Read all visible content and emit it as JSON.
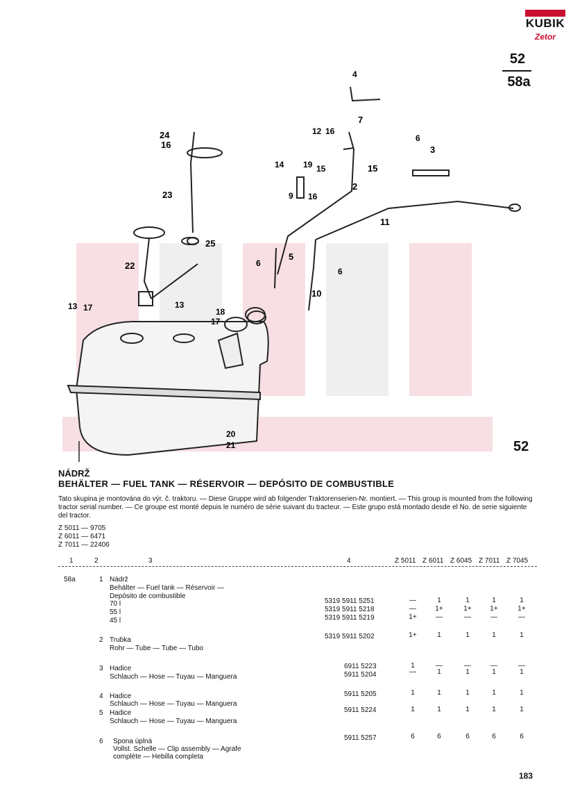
{
  "logo": {
    "word": "KUBIK",
    "sub": "Zetor"
  },
  "page_ref": {
    "top": "52",
    "bottom": "58a"
  },
  "figure_number": "52",
  "callouts": [
    "4",
    "7",
    "12",
    "16",
    "6",
    "3",
    "24",
    "16",
    "14",
    "19",
    "15",
    "15",
    "2",
    "9",
    "16",
    "23",
    "11",
    "5",
    "25",
    "6",
    "6",
    "22",
    "10",
    "13",
    "17",
    "13",
    "18",
    "17",
    "20",
    "21"
  ],
  "title": "NÁDRŽ",
  "subtitle": "BEHÄLTER — FUEL TANK — RÉSERVOIR — DEPÓSITO DE COMBUSTIBLE",
  "intro": "Tato skupina je montována do výr. č. traktoru. — Diese Gruppe wird ab folgender Traktorenserien-Nr. montiert. — This group is mounted from the following tractor serial number. — Ce groupe est monté depuis le numéro de série suivant du tracteur. — Este grupo está montado desde el No. de serie siguiente del tractor.",
  "serials": [
    "Z 5011 — 9705",
    "Z 6011 — 6471",
    "Z 7011 — 22406"
  ],
  "columns": [
    "1",
    "2",
    "3",
    "4",
    "Z 5011",
    "Z 6011",
    "Z 6045",
    "Z 7011",
    "Z 7045"
  ],
  "group": "58a",
  "rows": [
    {
      "pos": "1",
      "lines": [
        "Nádrž",
        "Behälter — Fuel tank — Réservoir —",
        "Depósito de combustible"
      ]
    },
    {
      "desc": "70 l",
      "part": "5319 5911 5251",
      "q": [
        "—",
        "1",
        "1",
        "1",
        "1"
      ]
    },
    {
      "desc": "55 l",
      "part": "5319 5911 5218",
      "q": [
        "—",
        "1+",
        "1+",
        "1+",
        "1+"
      ]
    },
    {
      "desc": "45 l",
      "part": "5319 5911 5219",
      "q": [
        "1+",
        "—",
        "—",
        "—",
        "—"
      ]
    },
    {
      "pos": "2",
      "lines": [
        "Trubka",
        "Rohr — Tube — Tube — Tubo"
      ],
      "part": "5319 5911 5202",
      "q": [
        "1+",
        "1",
        "1",
        "1",
        "1"
      ]
    },
    {
      "pos": "3",
      "lines": [
        "Hadice",
        "Schlauch — Hose — Tuyau — Manguera"
      ],
      "part": "6911 5223",
      "q": [
        "1",
        "—",
        "—",
        "—",
        "—"
      ]
    },
    {
      "part": "5911 5204",
      "q": [
        "—",
        "1",
        "1",
        "1",
        "1"
      ]
    },
    {
      "pos": "4",
      "lines": [
        "Hadice",
        "Schlauch — Hose — Tuyau — Manguera"
      ],
      "part": "5911 5205",
      "q": [
        "1",
        "1",
        "1",
        "1",
        "1"
      ]
    },
    {
      "pos": "5",
      "lines": [
        "Hadice",
        "Schlauch — Hose — Tuyau — Manguera"
      ],
      "part": "5911 5224",
      "q": [
        "1",
        "1",
        "1",
        "1",
        "1"
      ]
    },
    {
      "pos": "6",
      "lines": [
        "Spona úplná",
        "Vollst. Schelle — Clip assembly — Agrafe",
        "complète — Hebilla completa"
      ],
      "part": "5911 5257",
      "q": [
        "6",
        "6",
        "6",
        "6",
        "6"
      ]
    }
  ],
  "page_number": "183",
  "colors": {
    "brand_red": "#c8102e",
    "ink": "#111111"
  }
}
